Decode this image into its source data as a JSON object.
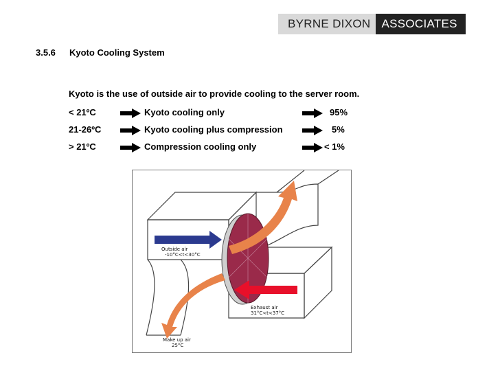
{
  "brand": {
    "left": "BYRNE DIXON",
    "right": "ASSOCIATES"
  },
  "section": {
    "number": "3.5.6",
    "title": "Kyoto Cooling System"
  },
  "intro": "Kyoto is the use of outside air to provide cooling to the server room.",
  "rows": [
    {
      "temp": "< 21ºC",
      "mode": "Kyoto cooling only",
      "share": "95%"
    },
    {
      "temp": "21-26ºC",
      "mode": "Kyoto cooling plus compression",
      "share": "5%"
    },
    {
      "temp": "> 21ºC",
      "mode": "Compression cooling only",
      "share": "< 1%"
    }
  ],
  "diagram": {
    "outside_air": "Outside air",
    "outside_range": "-10°C<t<30°C",
    "exhaust_air": "Exhaust air",
    "exhaust_range": "31°C<t<37°C",
    "makeup_air": "Make up air",
    "makeup_temp": "25°C"
  },
  "colors": {
    "outside_arrow": "#2b3a8f",
    "exhaust_arrow": "#e8102a",
    "makeup_arrow": "#e8834a",
    "wheel": "#9a2a4a"
  }
}
